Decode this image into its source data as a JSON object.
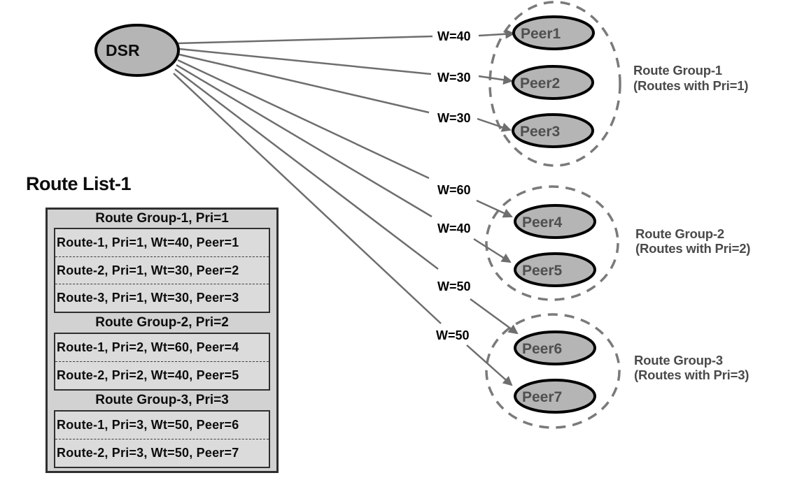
{
  "diagram": {
    "dsr_label": "DSR",
    "connections": [
      {
        "weight": "W=40",
        "peer": "Peer1"
      },
      {
        "weight": "W=30",
        "peer": "Peer2"
      },
      {
        "weight": "W=30",
        "peer": "Peer3"
      },
      {
        "weight": "W=60",
        "peer": "Peer4"
      },
      {
        "weight": "W=40",
        "peer": "Peer5"
      },
      {
        "weight": "W=50",
        "peer": "Peer6"
      },
      {
        "weight": "W=50",
        "peer": "Peer7"
      }
    ],
    "groups": [
      {
        "title": "Route Group-1",
        "subtitle": "(Routes with Pri=1)"
      },
      {
        "title": "Route Group-2",
        "subtitle": "(Routes with Pri=2)"
      },
      {
        "title": "Route Group-3",
        "subtitle": "(Routes with Pri=3)"
      }
    ]
  },
  "route_list": {
    "title": "Route List-1",
    "groups": [
      {
        "header": "Route Group-1, Pri=1",
        "routes": [
          "Route-1, Pri=1, Wt=40, Peer=1",
          "Route-2, Pri=1, Wt=30, Peer=2",
          "Route-3, Pri=1, Wt=30, Peer=3"
        ]
      },
      {
        "header": "Route Group-2, Pri=2",
        "routes": [
          "Route-1, Pri=2, Wt=60, Peer=4",
          "Route-2, Pri=2, Wt=40, Peer=5"
        ]
      },
      {
        "header": "Route Group-3, Pri=3",
        "routes": [
          "Route-1, Pri=3, Wt=50, Peer=6",
          "Route-2, Pri=3, Wt=50, Peer=7"
        ]
      }
    ]
  },
  "colors": {
    "node_fill": "#b5b5b5",
    "node_stroke": "#000000",
    "connector": "#6e6e6e",
    "group_dash": "#7a7a7a",
    "table_fill": "#d2d2d2",
    "table_row_fill": "#dbdbdb",
    "caption_text": "#4a4a4a"
  }
}
